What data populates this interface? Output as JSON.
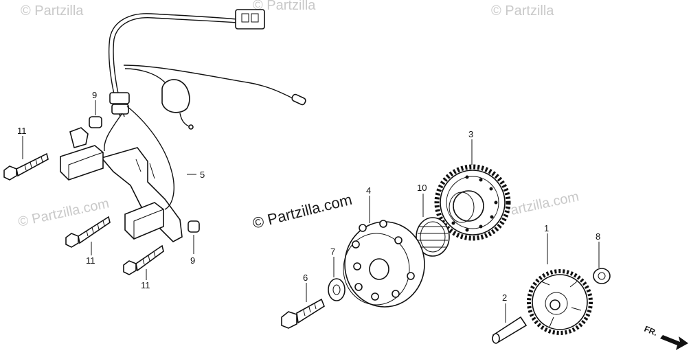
{
  "watermarks": {
    "top_left": "© Partzilla",
    "top_mid": "© Partzilla",
    "top_right": "© Partzilla",
    "left": "© Partzilla.com",
    "right": "© Partzilla.com",
    "center": "© Partzilla.com"
  },
  "callouts": {
    "p1": "1",
    "p2": "2",
    "p3": "3",
    "p4": "4",
    "p5": "5",
    "p6": "6",
    "p7": "7",
    "p8": "8",
    "p9a": "9",
    "p9b": "9",
    "p10": "10",
    "p11a": "11",
    "p11b": "11",
    "p11c": "11"
  },
  "direction": {
    "label": "FR."
  }
}
